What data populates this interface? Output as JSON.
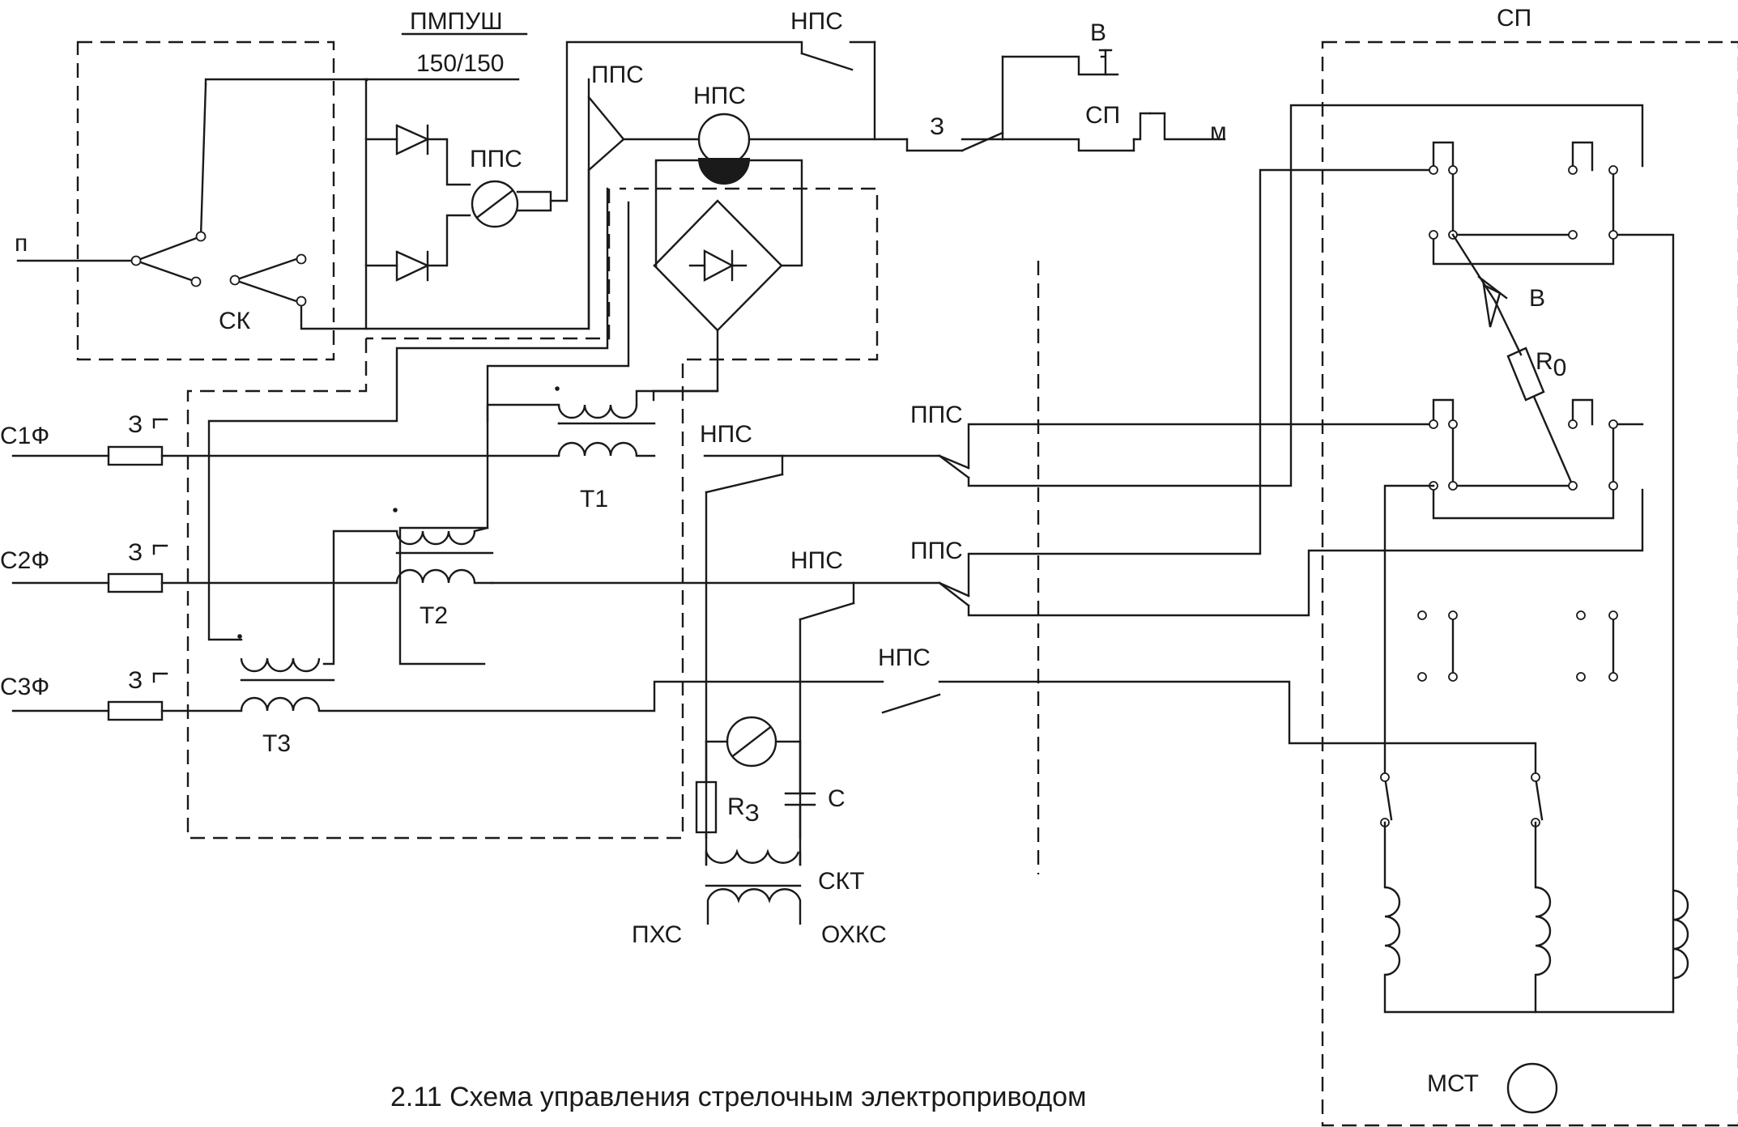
{
  "caption": "2.11 Схема управления стрелочным электроприводом",
  "labels": {
    "pmpush": "ПМПУШ",
    "pmpush_rating": "150/150",
    "p": "п",
    "sk": "СК",
    "pps": "ППС",
    "nps": "НПС",
    "zero": "З",
    "v": "В",
    "sp": "СП",
    "m": "м",
    "c1": "С1Ф",
    "c2": "С2Ф",
    "c3": "С3Ф",
    "t1": "Т1",
    "t2": "Т2",
    "t3": "Т3",
    "fuse": "З",
    "r0": "R",
    "r0_sub": "0",
    "r3": "R",
    "r3_sub": "З",
    "cap": "С",
    "skt": "СКТ",
    "phs": "ПХС",
    "ohks": "ОХКС",
    "mst": "МСТ"
  }
}
